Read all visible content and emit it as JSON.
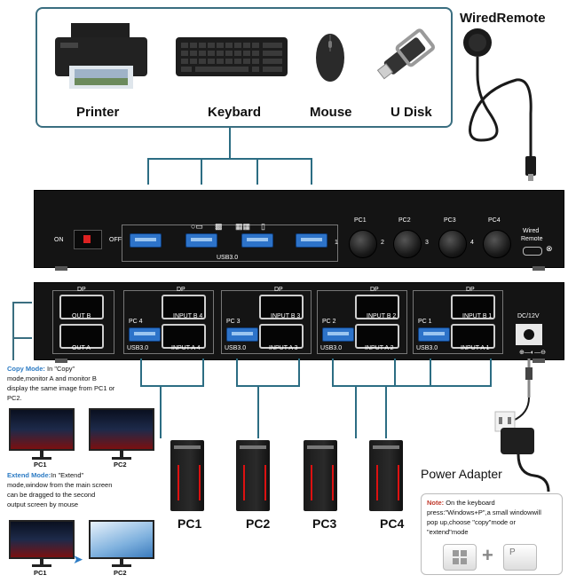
{
  "peripherals": {
    "printer": "Printer",
    "keyboard": "Keybard",
    "mouse": "Mouse",
    "udisk": "U Disk",
    "wired_remote": "WiredRemote"
  },
  "front_panel": {
    "on": "ON",
    "off": "OFF",
    "usb_label": "USB3.0",
    "pc_buttons": [
      "PC1",
      "PC2",
      "PC3",
      "PC4"
    ],
    "button_numbers": [
      "1",
      "2",
      "3",
      "4"
    ],
    "wired_remote": [
      "Wired",
      "Remote"
    ]
  },
  "rear_panel": {
    "dp": "DP",
    "out_b": "OUT B",
    "out_a": "OUT A",
    "groups": [
      {
        "pc": "PC 4",
        "input_b": "INPUT B 4",
        "input_a": "INPUT A 4",
        "usb": "USB3.0"
      },
      {
        "pc": "PC 3",
        "input_b": "INPUT B 3",
        "input_a": "INPUT A 3",
        "usb": "USB3.0"
      },
      {
        "pc": "PC 2",
        "input_b": "INPUT B 2",
        "input_a": "INPUT A 2",
        "usb": "USB3.0"
      },
      {
        "pc": "PC 1",
        "input_b": "INPUT B 1",
        "input_a": "INPUT A 1",
        "usb": "USB3.0"
      }
    ],
    "dc": "DC/12V"
  },
  "copy_mode": {
    "title": "Copy Mode:",
    "text_1": " In \"Copy\"",
    "text_2": "mode,monitor A and monitor B",
    "text_3": "display the same image from PC1 or",
    "text_4": "PC2.",
    "monitors": [
      "PC1",
      "PC2"
    ]
  },
  "extend_mode": {
    "title": "Extend Mode:",
    "text_1": "In \"Extend\"",
    "text_2": "mode,window from the main screen",
    "text_3": "can be dragged to the second",
    "text_4": "output screen by mouse",
    "monitors": [
      "PC1",
      "PC2"
    ]
  },
  "pcs": [
    "PC1",
    "PC2",
    "PC3",
    "PC4"
  ],
  "power_adapter": "Power Adapter",
  "note": {
    "title": "Note:",
    "line_1": " On the keyboard",
    "line_2": "press:\"Windows+P\",a small windowwill",
    "line_3": "pop up,choose \"copy\"mode or",
    "line_4": "\"extend\"mode",
    "plus": "+",
    "key": "P"
  },
  "colors": {
    "accent_blue": "#2c7bc4",
    "note_red": "#c0392b",
    "panel": "#141414",
    "line": "#2c6d83"
  }
}
